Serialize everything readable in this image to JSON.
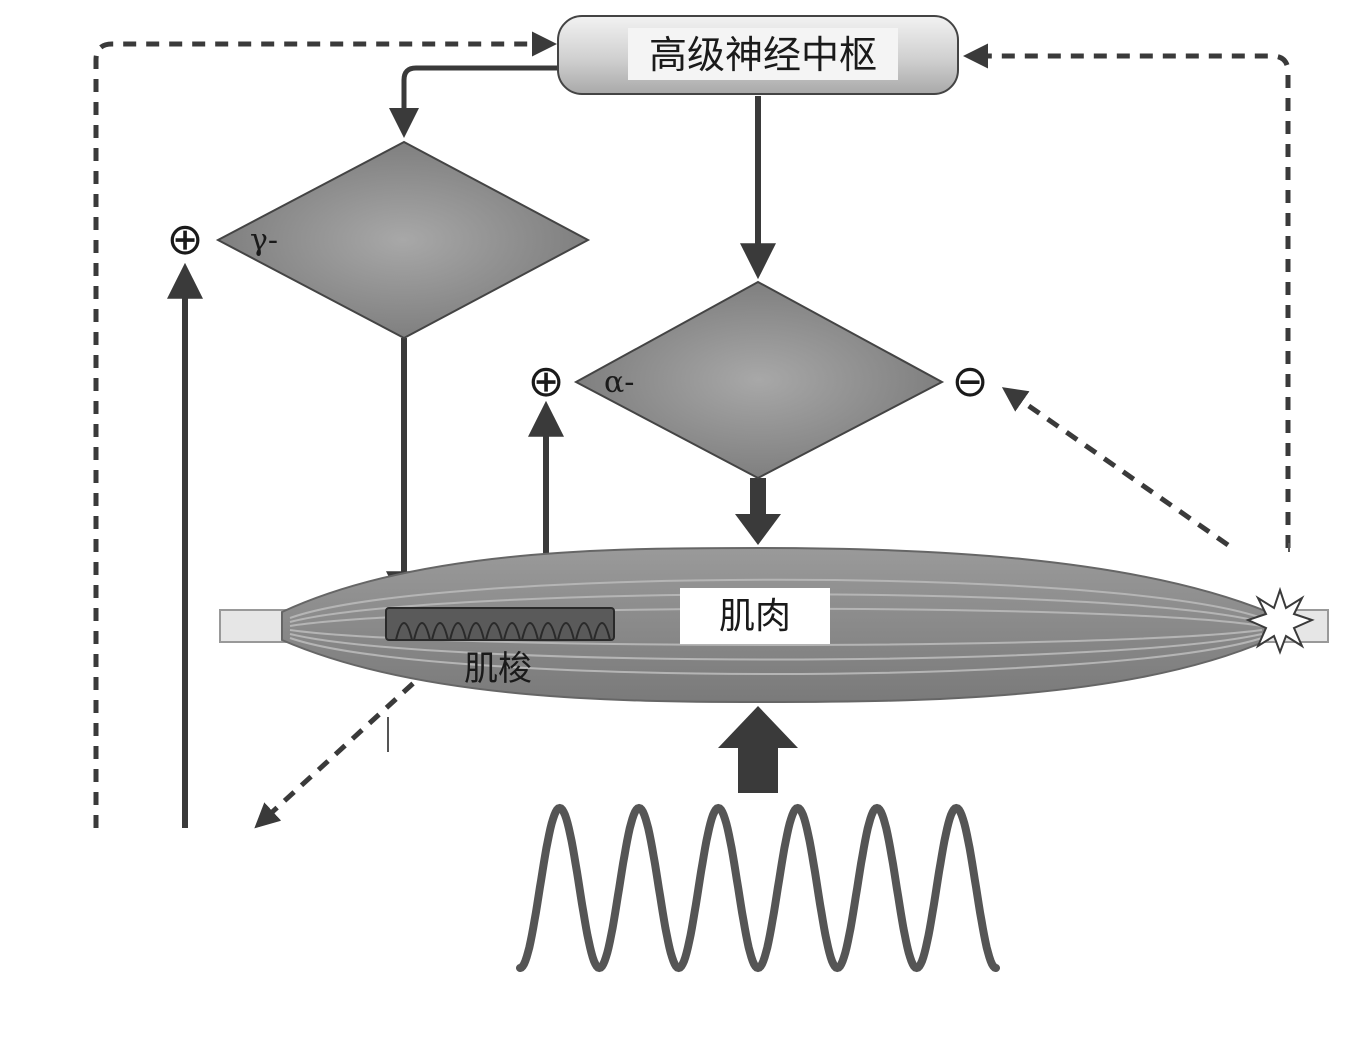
{
  "center": {
    "label": "高级神经中枢"
  },
  "gamma_neuron": {
    "label": "γ-"
  },
  "alpha_neuron": {
    "label": "α-"
  },
  "muscle": {
    "label": "肌肉"
  },
  "spindle": {
    "label": "肌梭"
  },
  "signs": {
    "plus": "⊕",
    "minus": "⊖"
  },
  "colors": {
    "line": "#3a3a3a",
    "neuron_fill": "#8a8a8a",
    "muscle_fill": "#8c8c8c",
    "center_fill": "#d9d9d9",
    "spindle_fill": "#5a5a5a"
  }
}
